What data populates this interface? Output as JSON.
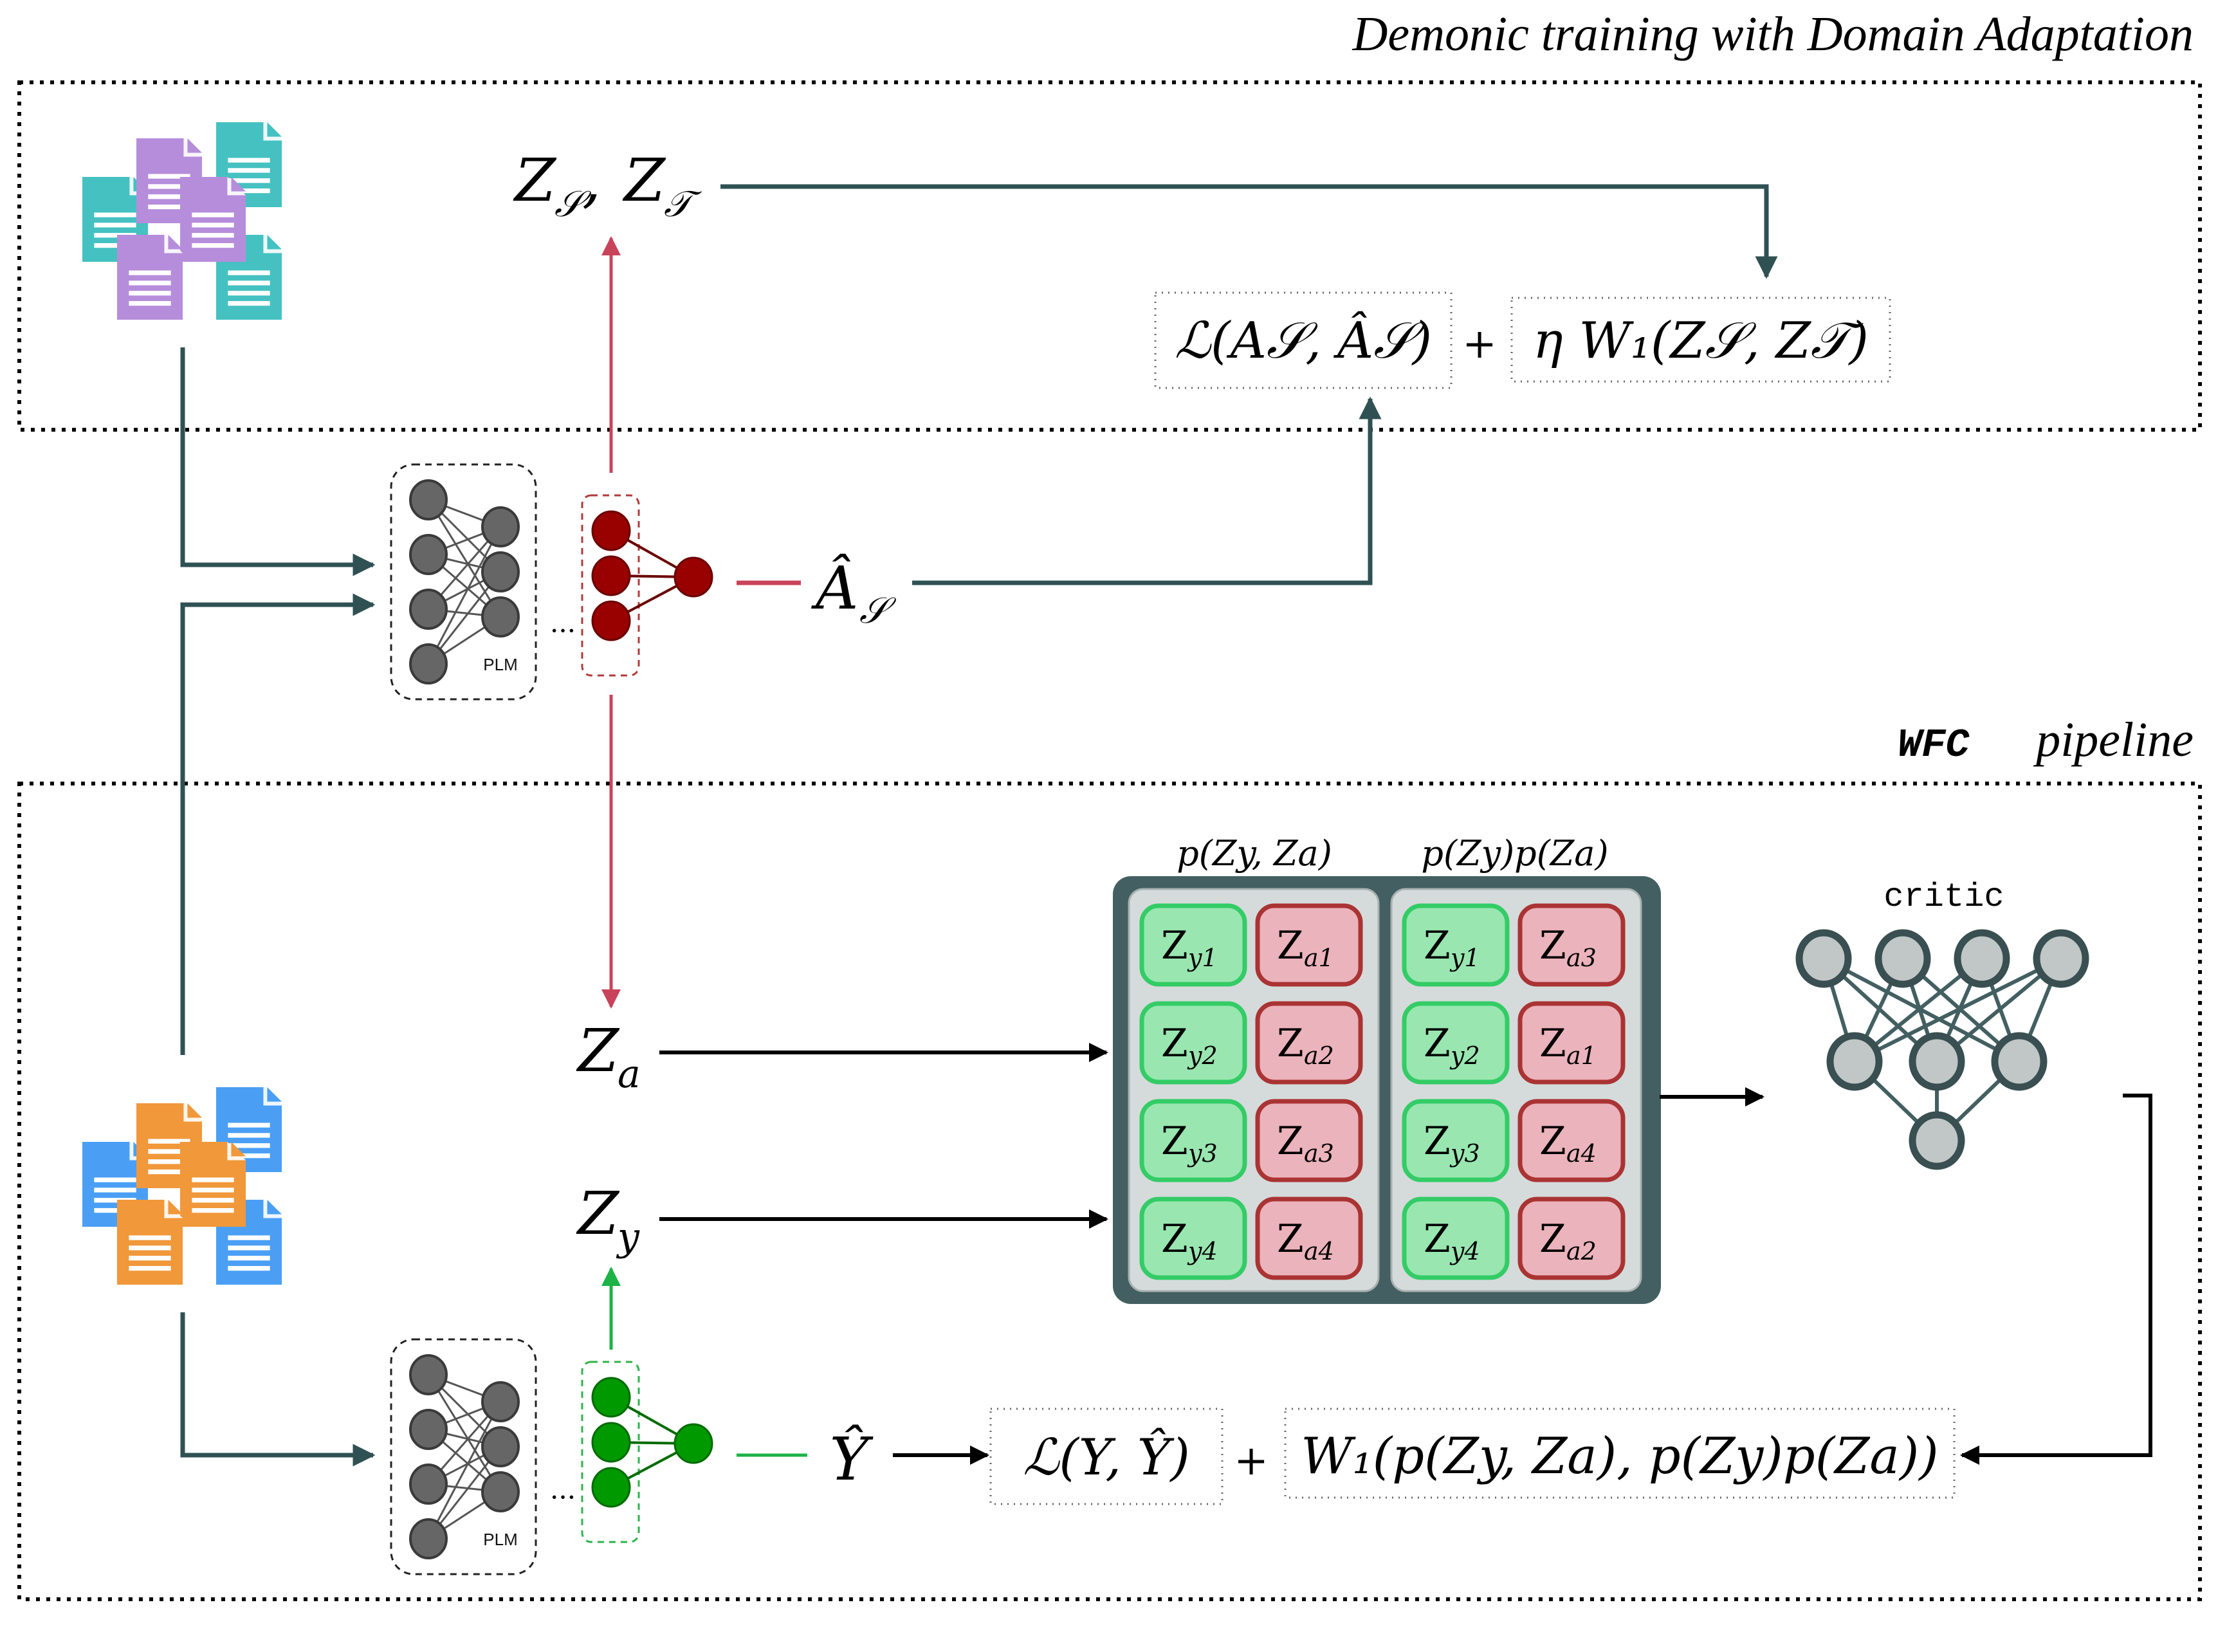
{
  "sections": {
    "top": {
      "title": "Demonic training with Domain Adaptation"
    },
    "bottom": {
      "title_code": "WFC",
      "title_rest": "pipeline"
    }
  },
  "top_branch": {
    "latent_label": {
      "main1": "Z",
      "sub1": "𝒮",
      "sep": ", ",
      "main2": "Z",
      "sub2": "𝒯"
    },
    "prediction_label": {
      "main": "Â",
      "sub": "𝒮"
    },
    "loss_term": "ℒ(A𝒮, Â𝒮)",
    "plus": "+",
    "wasserstein_term": "η W₁(Z𝒮, Z𝒯)",
    "plm_label": "PLM",
    "ellipsis": "···"
  },
  "bottom_branch": {
    "za_label": {
      "main": "Z",
      "sub": "a"
    },
    "zy_label": {
      "main": "Z",
      "sub": "y"
    },
    "prediction_label": "Ŷ",
    "loss_term": "ℒ(Y, Ŷ)",
    "plus": "+",
    "wasserstein_term": "W₁(p(Zy, Za), p(Zy)p(Za))",
    "plm_label": "PLM",
    "ellipsis": "···"
  },
  "distribution_panel": {
    "joint_label": "p(Zy, Za)",
    "product_label": "p(Zy)p(Za)",
    "joint_rows": [
      {
        "y": "y1",
        "a": "a1"
      },
      {
        "y": "y2",
        "a": "a2"
      },
      {
        "y": "y3",
        "a": "a3"
      },
      {
        "y": "y4",
        "a": "a4"
      }
    ],
    "product_rows": [
      {
        "y": "y1",
        "a": "a3"
      },
      {
        "y": "y2",
        "a": "a1"
      },
      {
        "y": "y3",
        "a": "a4"
      },
      {
        "y": "y4",
        "a": "a2"
      }
    ],
    "cell_letter": "Z"
  },
  "critic": {
    "label": "critic"
  },
  "colors": {
    "teal_dark": "#2f5153",
    "red_arrow": "#c9435a",
    "green_arrow": "#1db347",
    "dark_red_node": "#990000",
    "green_node": "#009900",
    "gray_node": "#666666",
    "doc_teal": "#45c1c1",
    "doc_purple": "#b68ddb",
    "doc_blue": "#4a9ff5",
    "doc_orange": "#f0983a",
    "cell_green_fill": "#99e6b0",
    "cell_green_border": "#33cc66",
    "cell_red_fill": "#ebb3bb",
    "cell_red_border": "#aa3333",
    "panel_dark": "#435f61",
    "panel_light": "#d5dbdb",
    "critic_fill": "#c1c7c6"
  }
}
